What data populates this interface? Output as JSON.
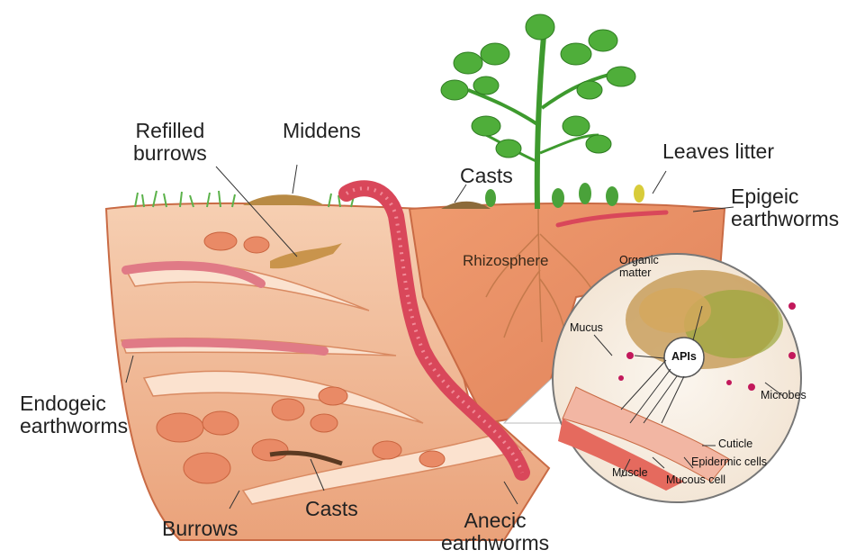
{
  "labels": {
    "refilled_burrows": [
      "Refilled",
      "burrows"
    ],
    "middens": "Middens",
    "casts_top": "Casts",
    "leaves_litter": "Leaves litter",
    "epigeic": [
      "Epigeic",
      "earthworms"
    ],
    "rhizosphere": "Rhizosphere",
    "endogeic": [
      "Endogeic",
      "earthworms"
    ],
    "burrows": "Burrows",
    "casts_bottom": "Casts",
    "anecic": [
      "Anecic",
      "earthworms"
    ]
  },
  "inset": {
    "organic_matter": [
      "Organic",
      "matter"
    ],
    "mucus": "Mucus",
    "apis": "APIs",
    "microbes": "Microbes",
    "cuticle": "Cuticle",
    "epidermic_cells": "Epidermic cells",
    "muscle": "Muscle",
    "mucous_cell": "Mucous cell"
  },
  "colors": {
    "soil_light": "#f2c4a4",
    "soil_dark": "#e0865a",
    "worm": "#d9475a",
    "grass": "#5bb24a",
    "leaf": "#4aa23a"
  }
}
